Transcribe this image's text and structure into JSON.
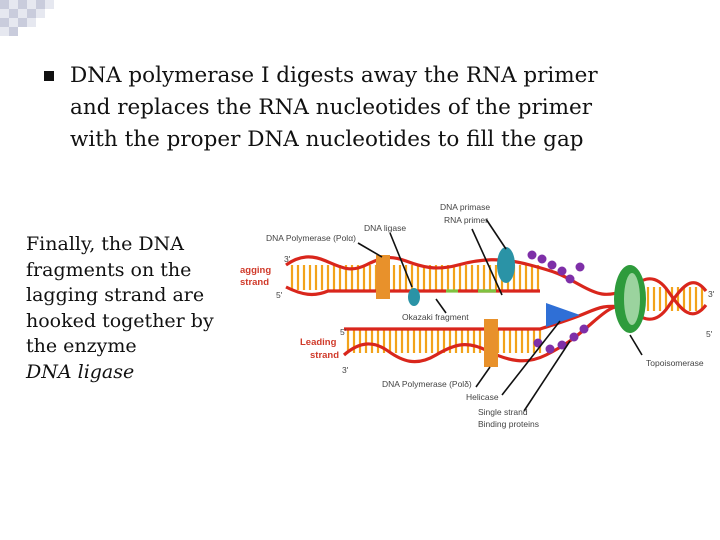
{
  "bullet": {
    "icon": "square-bullet-icon",
    "lines": [
      "DNA polymerase I digests away the RNA primer",
      "and replaces the RNA nucleotides of the primer",
      "with the proper DNA nucleotides to fill the gap"
    ]
  },
  "side_text": {
    "lines": [
      "Finally, the DNA",
      "fragments on the",
      "lagging strand are",
      "hooked together by",
      "the enzyme"
    ],
    "italic": "DNA ligase"
  },
  "diagram": {
    "labels": {
      "dna_primase": "DNA primase",
      "rna_primer": "RNA primer",
      "dna_ligase": "DNA ligase",
      "dna_polymerase_top": "DNA Polymerase (Polα)",
      "lagging_1": "agging",
      "lagging_2": "strand",
      "five_prime_top": "5'",
      "three_prime_top": "3'",
      "okazaki": "Okazaki fragment",
      "leading_1": "Leading",
      "leading_2": "strand",
      "five_prime_mid": "5'",
      "three_prime_bottom": "3'",
      "dna_polymerase_bottom": "DNA Polymerase (Polδ)",
      "helicase": "Helicase",
      "ssb_1": "Single strand",
      "ssb_2": "Binding proteins",
      "topoisomerase": "Topoisomerase",
      "right_three": "3'",
      "right_five": "5'"
    },
    "colors": {
      "backbone": "#d9261c",
      "rungs": "#f2a31b",
      "primer": "#7fc241",
      "polymerase": "#e8912b",
      "primase": "#2a93a6",
      "helicase": "#2f6fd6",
      "ssb": "#7e2fa8",
      "topoisomerase": "#2e9b3c",
      "leading_label": "#d03a2a"
    }
  }
}
